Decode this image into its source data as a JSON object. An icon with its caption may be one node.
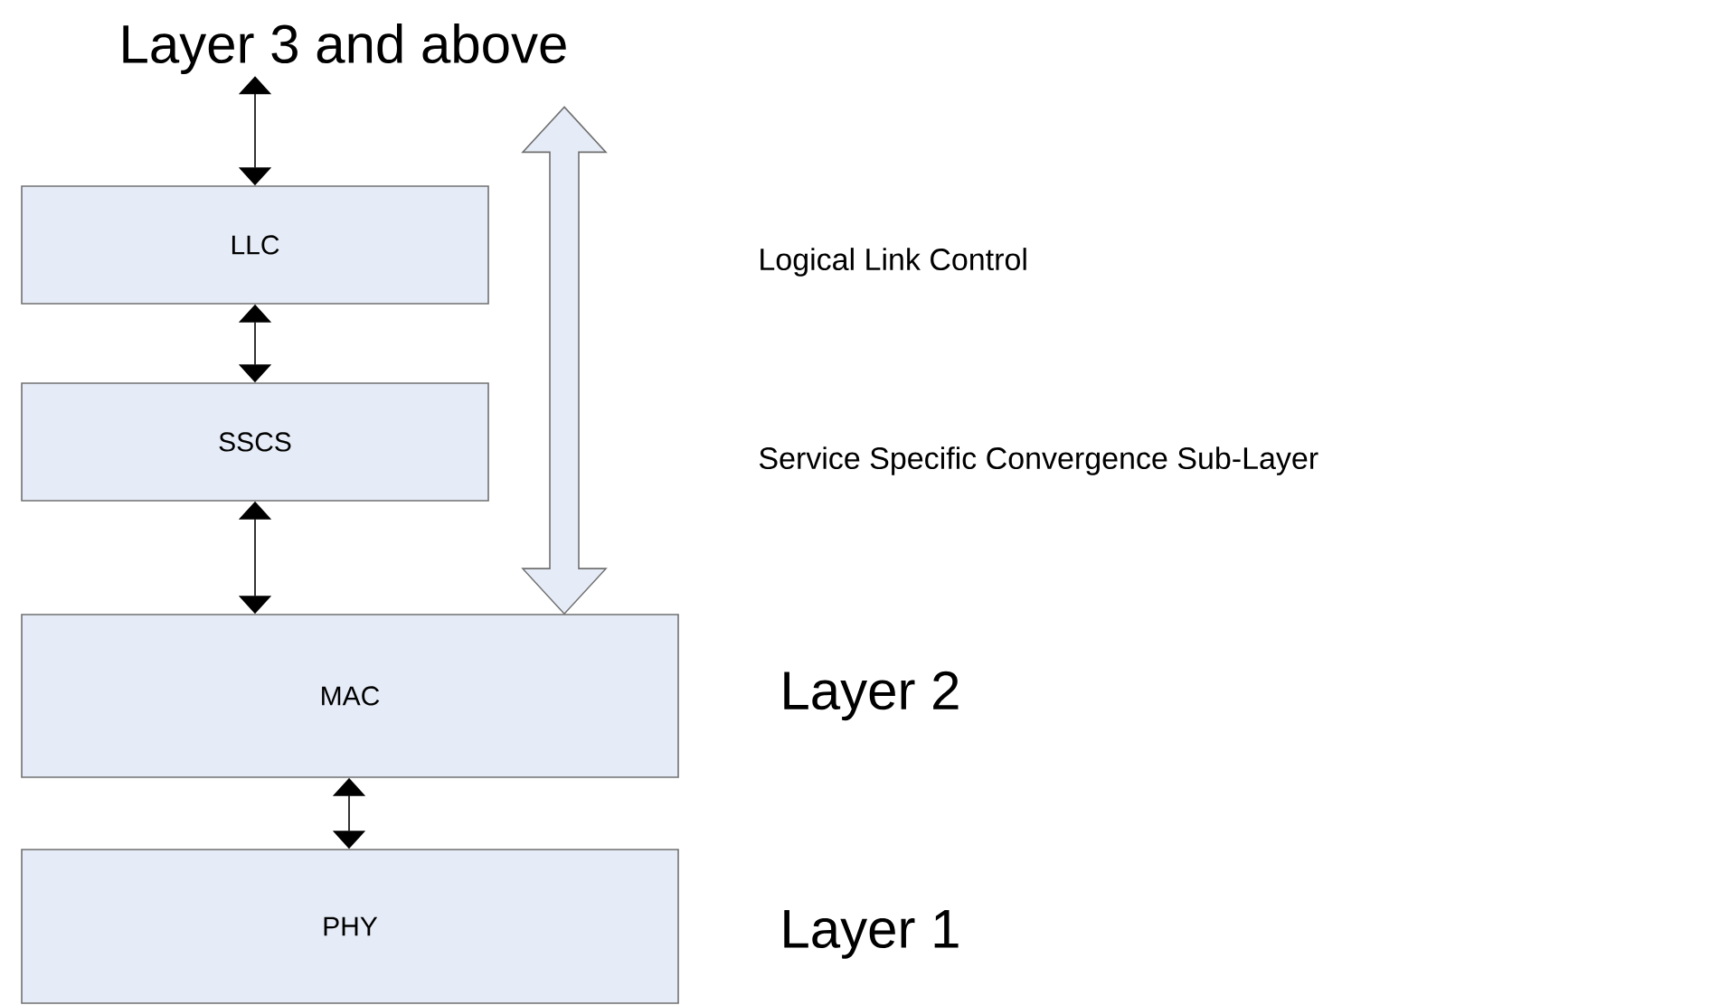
{
  "diagram": {
    "nodes": [
      {
        "text": [
          "Layer 3 and above"
        ]
      },
      {
        "text": [
          "LLC"
        ]
      },
      {
        "text": [
          "SSCS"
        ]
      },
      {
        "text": [
          "MAC"
        ],
        "beside": [
          "Layer 2"
        ]
      },
      {
        "text": [
          "PHY"
        ],
        "beside": [
          "Layer 1"
        ]
      }
    ],
    "edges": [
      {
        "from": 0,
        "to": 1,
        "arrow": "both"
      },
      {
        "from": 1,
        "to": 2,
        "arrow": "both"
      },
      {
        "from": 2,
        "to": 3,
        "arrow": "both"
      },
      {
        "from": 3,
        "to": 4,
        "arrow": "both"
      },
      {
        "from": 0,
        "to": 3,
        "arrow": "both",
        "style": "thick"
      }
    ],
    "labels": [
      "Logical Link Control",
      "Service Specific Convergence Sub-Layer"
    ]
  }
}
